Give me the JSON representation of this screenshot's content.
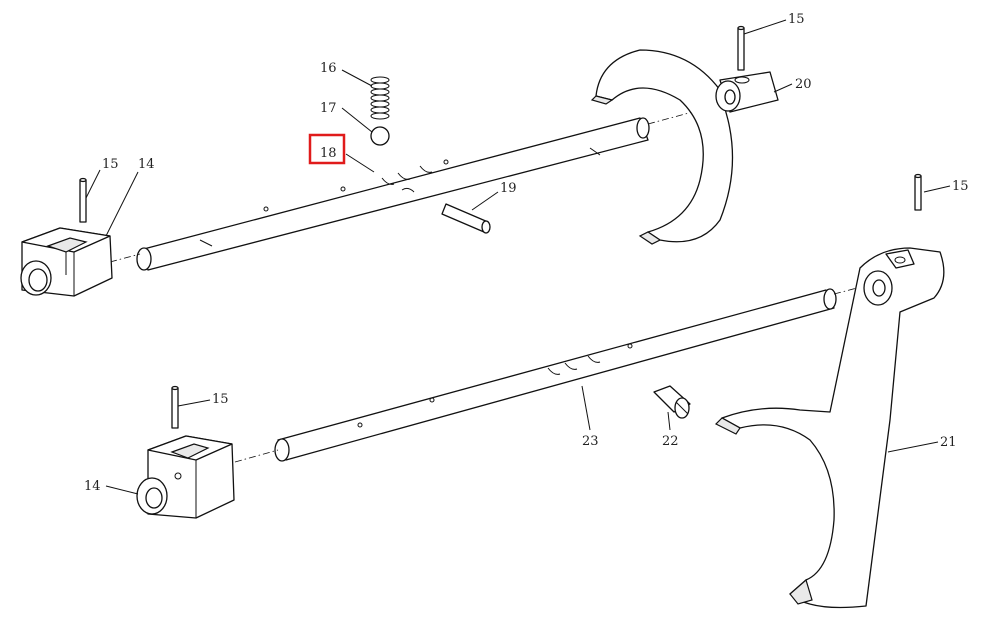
{
  "diagram": {
    "highlight_color": "#e01b1b",
    "highlighted_part": "18",
    "callouts": {
      "c15a": "15",
      "c14a": "14",
      "c16": "16",
      "c17": "17",
      "c18": "18",
      "c19": "19",
      "c15b": "15",
      "c20": "20",
      "c15c": "15",
      "c15d": "15",
      "c14b": "14",
      "c23": "23",
      "c22": "22",
      "c21": "21"
    }
  }
}
